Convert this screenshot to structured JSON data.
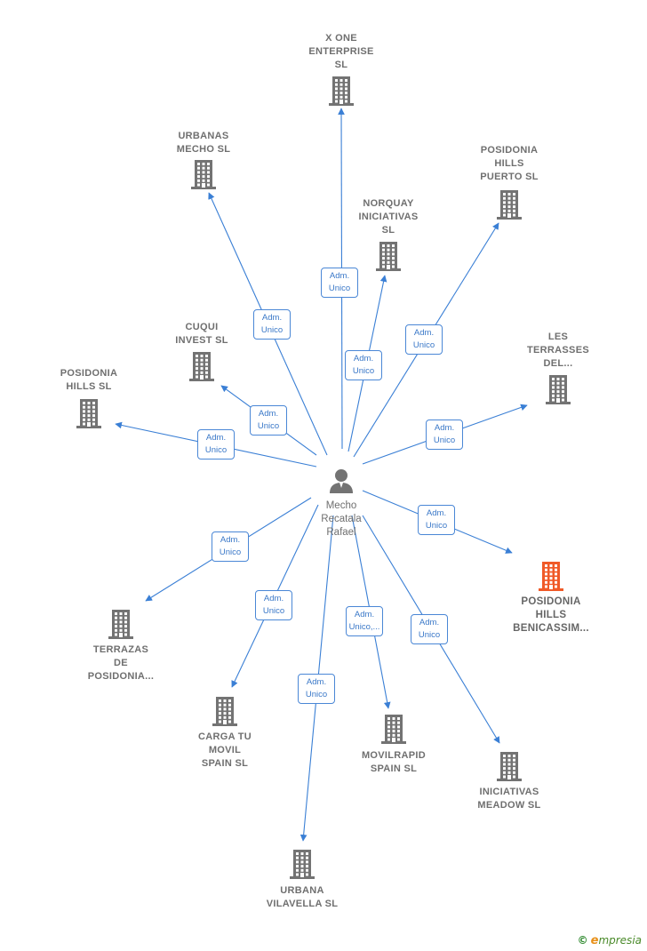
{
  "colors": {
    "edge": "#3a7fd5",
    "node": "#737373",
    "highlight": "#f05a28",
    "label": "#6f6f6f"
  },
  "center": {
    "name_lines": [
      "Mecho",
      "Recatala",
      "Rafael"
    ],
    "icon": "person-icon"
  },
  "nodes": [
    {
      "id": "x-one-enterprise",
      "lines": [
        "X ONE",
        "ENTERPRISE",
        "SL"
      ],
      "icon": "building-icon",
      "highlight": false
    },
    {
      "id": "urbanas-mecho",
      "lines": [
        "URBANAS",
        "MECHO  SL"
      ],
      "icon": "building-icon",
      "highlight": false
    },
    {
      "id": "posidonia-hills-puerto",
      "lines": [
        "POSIDONIA",
        "HILLS",
        "PUERTO  SL"
      ],
      "icon": "building-icon",
      "highlight": false
    },
    {
      "id": "norquay-iniciativas",
      "lines": [
        "NORQUAY",
        "INICIATIVAS",
        "SL"
      ],
      "icon": "building-icon",
      "highlight": false
    },
    {
      "id": "cuqui-invest",
      "lines": [
        "CUQUI",
        "INVEST  SL"
      ],
      "icon": "building-icon",
      "highlight": false
    },
    {
      "id": "les-terrasses",
      "lines": [
        "LES",
        "TERRASSES",
        "DEL..."
      ],
      "icon": "building-icon",
      "highlight": false
    },
    {
      "id": "posidonia-hills",
      "lines": [
        "POSIDONIA",
        "HILLS  SL"
      ],
      "icon": "building-icon",
      "highlight": false
    },
    {
      "id": "posidonia-hills-benicassim",
      "lines": [
        "POSIDONIA",
        "HILLS",
        "BENICASSIM..."
      ],
      "icon": "building-icon",
      "highlight": true
    },
    {
      "id": "terrazas-de-posidonia",
      "lines": [
        "TERRAZAS",
        "DE",
        "POSIDONIA..."
      ],
      "icon": "building-icon",
      "highlight": false
    },
    {
      "id": "carga-tu-movil",
      "lines": [
        "CARGA TU",
        "MOVIL",
        "SPAIN SL"
      ],
      "icon": "building-icon",
      "highlight": false
    },
    {
      "id": "movilrapid-spain",
      "lines": [
        "MOVILRAPID",
        "SPAIN SL"
      ],
      "icon": "building-icon",
      "highlight": false
    },
    {
      "id": "iniciativas-meadow",
      "lines": [
        "INICIATIVAS",
        "MEADOW  SL"
      ],
      "icon": "building-icon",
      "highlight": false
    },
    {
      "id": "urbana-vilavella",
      "lines": [
        "URBANA",
        "VILAVELLA SL"
      ],
      "icon": "building-icon",
      "highlight": false
    }
  ],
  "edges": [
    {
      "to": "x-one-enterprise",
      "label": [
        "Adm.",
        "Unico"
      ]
    },
    {
      "to": "urbanas-mecho",
      "label": [
        "Adm.",
        "Unico"
      ]
    },
    {
      "to": "posidonia-hills-puerto",
      "label": [
        "Adm.",
        "Unico"
      ]
    },
    {
      "to": "norquay-iniciativas",
      "label": [
        "Adm.",
        "Unico"
      ]
    },
    {
      "to": "cuqui-invest",
      "label": [
        "Adm.",
        "Unico"
      ]
    },
    {
      "to": "les-terrasses",
      "label": [
        "Adm.",
        "Unico"
      ]
    },
    {
      "to": "posidonia-hills",
      "label": [
        "Adm.",
        "Unico"
      ]
    },
    {
      "to": "posidonia-hills-benicassim",
      "label": [
        "Adm.",
        "Unico"
      ]
    },
    {
      "to": "terrazas-de-posidonia",
      "label": [
        "Adm.",
        "Unico"
      ]
    },
    {
      "to": "carga-tu-movil",
      "label": [
        "Adm.",
        "Unico"
      ]
    },
    {
      "to": "movilrapid-spain",
      "label": [
        "Adm.",
        "Unico,..."
      ]
    },
    {
      "to": "iniciativas-meadow",
      "label": [
        "Adm.",
        "Unico"
      ]
    },
    {
      "to": "urbana-vilavella",
      "label": [
        "Adm.",
        "Unico"
      ]
    }
  ],
  "footer": {
    "copyright_symbol": "©",
    "brand_initial": "e",
    "brand_rest": "mpresia"
  }
}
